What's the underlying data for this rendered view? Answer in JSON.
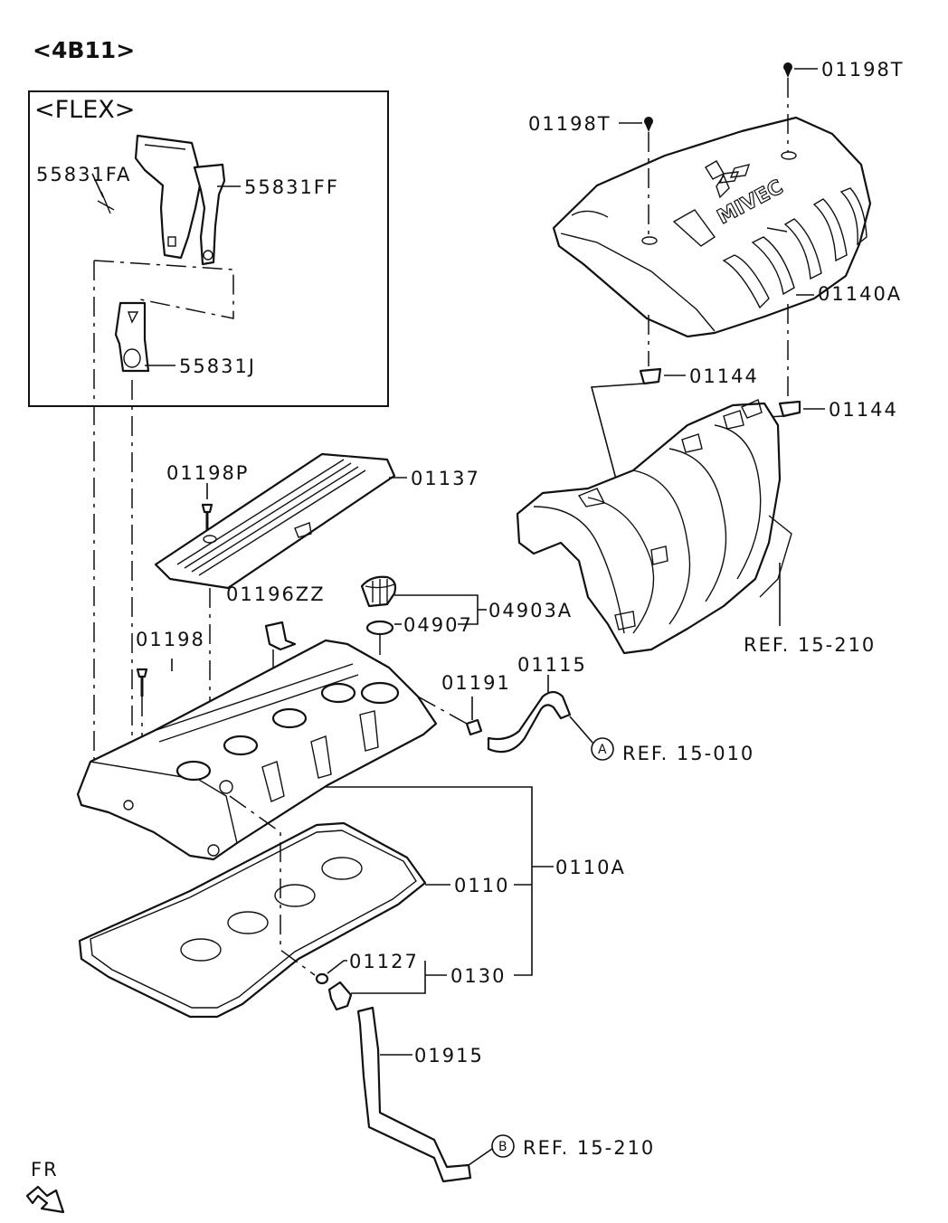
{
  "title": "<4B11>",
  "inset_title": "<FLEX>",
  "labels": {
    "p55831FA": "55831FA",
    "p55831FF": "55831FF",
    "p55831J": "55831J",
    "p01198T_a": "01198T",
    "p01198T_b": "01198T",
    "p01140A": "01140A",
    "p01144_a": "01144",
    "p01144_b": "01144",
    "p01198P": "01198P",
    "p01137": "01137",
    "p01196ZZ": "01196ZZ",
    "p04907": "04907",
    "p04903A": "04903A",
    "p01198": "01198",
    "p01191": "01191",
    "p01115": "01115",
    "p0110A": "0110A",
    "p0110": "0110",
    "p01127": "01127",
    "p0130": "0130",
    "p01915": "01915"
  },
  "refs": {
    "ref_15_210_manifold": "REF. 15-210",
    "ref_15_010": "REF. 15-010",
    "ref_15_210_hose": "REF. 15-210"
  },
  "circle_markers": {
    "a": "A",
    "b": "B"
  },
  "logo_text": "MIVEC",
  "direction": "FR"
}
